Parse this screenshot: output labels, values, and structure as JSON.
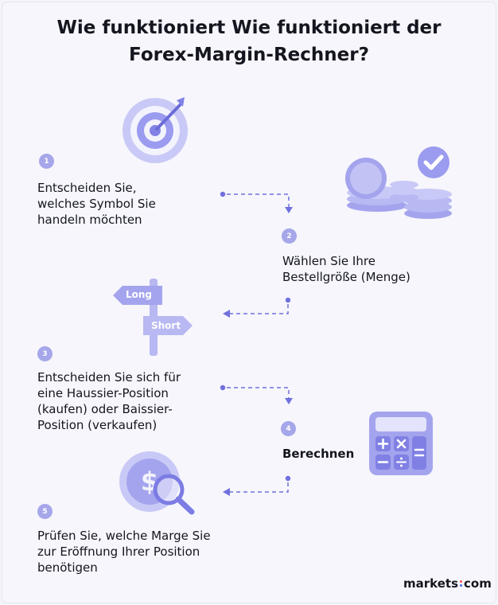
{
  "header": {
    "title_line1": "Wie funktioniert Wie funktioniert der",
    "title_line2": "Forex-Margin-Rechner?"
  },
  "steps": [
    {
      "number": "1",
      "text": "Entscheiden Sie,\nwelches Symbol Sie\nhandeln möchten",
      "icon": "target-icon"
    },
    {
      "number": "2",
      "text": "Wählen Sie Ihre\nBestellgröße (Menge)",
      "icon": "coins-icon"
    },
    {
      "number": "3",
      "text": "Entscheiden Sie sich für\neine Haussier-Position\n(kaufen) oder Baissier-\nPosition (verkaufen)",
      "icon": "signpost-icon",
      "sign_labels": {
        "long": "Long",
        "short": "Short"
      }
    },
    {
      "number": "4",
      "text": "Berechnen",
      "icon": "calculator-icon"
    },
    {
      "number": "5",
      "text": "Prüfen Sie, welche Marge Sie\nzur Eröffnung Ihrer Position\nbenötigen",
      "icon": "dollar-magnifier-icon"
    }
  ],
  "logo": {
    "left": "markets",
    "right": "com"
  },
  "colors": {
    "accent": "#8f8fee",
    "accent_light": "#c9c9f7",
    "step_badge": "#a6a6ea",
    "connector": "#7070dd",
    "logo_dot_top": "#ff4d4d",
    "logo_dot_bottom": "#4d6bff"
  }
}
